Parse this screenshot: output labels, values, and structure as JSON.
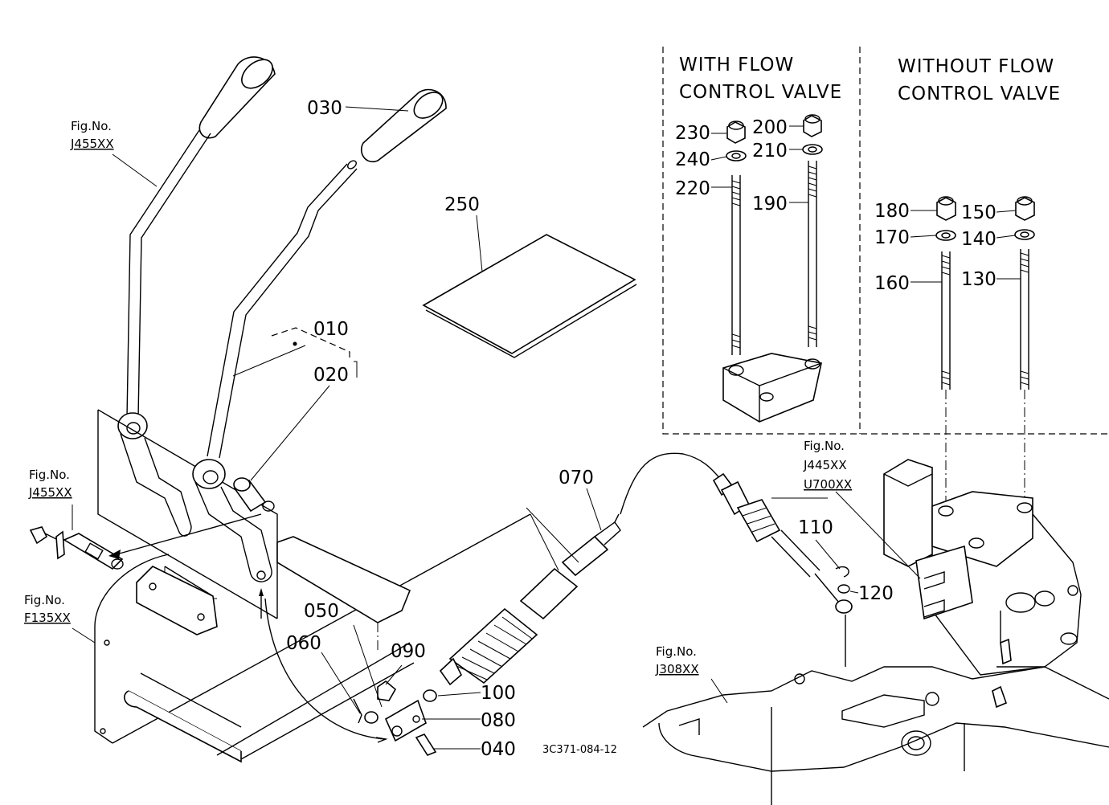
{
  "panels": {
    "with_flow_line1": "WITH FLOW",
    "with_flow_line2": "CONTROL VALVE",
    "without_flow_line1": "WITHOUT FLOW",
    "without_flow_line2": "CONTROL VALVE"
  },
  "fig_refs": {
    "top_left_prefix": "Fig.No.",
    "top_left_code": "J455XX",
    "mid_left_prefix": "Fig.No.",
    "mid_left_code": "J455XX",
    "low_left_prefix": "Fig.No.",
    "low_left_code": "F135XX",
    "right_prefix": "Fig.No.",
    "right_code1": "J445XX",
    "right_code2": "U700XX",
    "bottom_prefix": "Fig.No.",
    "bottom_code": "J308XX"
  },
  "parts": {
    "p010": "010",
    "p020": "020",
    "p030": "030",
    "p040": "040",
    "p050": "050",
    "p060": "060",
    "p070": "070",
    "p080": "080",
    "p090": "090",
    "p100": "100",
    "p110": "110",
    "p120": "120",
    "p130": "130",
    "p140": "140",
    "p150": "150",
    "p160": "160",
    "p170": "170",
    "p180": "180",
    "p190": "190",
    "p200": "200",
    "p210": "210",
    "p220": "220",
    "p230": "230",
    "p240": "240",
    "p250": "250"
  },
  "drawing_code": "3C371-084-12"
}
